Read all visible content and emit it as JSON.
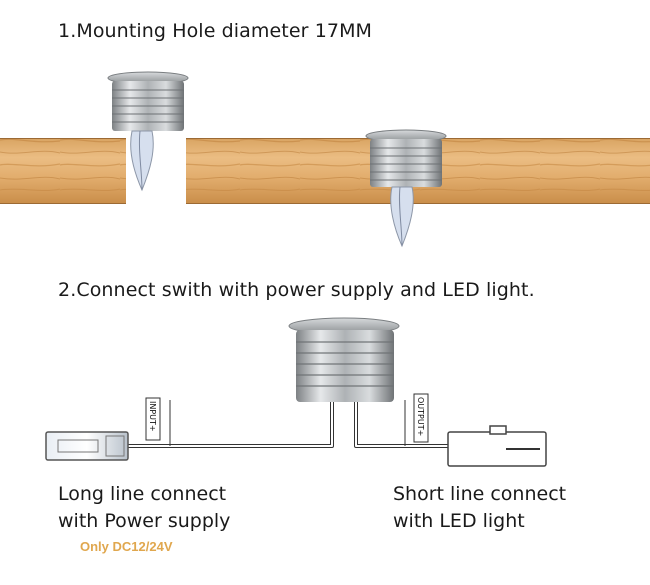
{
  "step1": {
    "title": "1.Mounting Hole diameter 17MM"
  },
  "step2": {
    "title": "2.Connect swith with power supply and LED light."
  },
  "labels": {
    "input_tag": "INPUT+",
    "output_tag": "OUTPUT+",
    "long_line": [
      "Long line connect",
      "with Power supply"
    ],
    "short_line": [
      "Short line connect",
      "with LED light"
    ],
    "voltage_note": "Only DC12/24V"
  },
  "colors": {
    "wood_light": "#e7b57a",
    "wood_dark": "#c88a45",
    "metal": "#b9bcbf",
    "note_text": "#e0a74e"
  }
}
